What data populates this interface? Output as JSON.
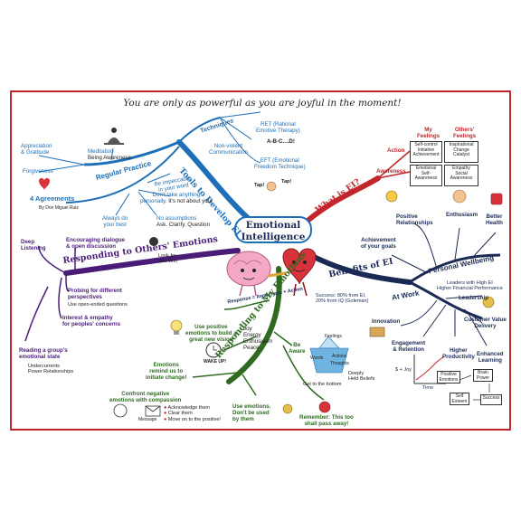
{
  "header": "You are only as powerful as you are joyful in the moment!",
  "center": {
    "line1": "Emotional",
    "line2": "Intelligence",
    "formula": "Response = Awareness + Action"
  },
  "branches": {
    "tools": "Tools to Develop EI",
    "what_is": "What is EI?",
    "responding_others": "Responding to Others' Emotions",
    "benefits": "Benefits of EI",
    "responding_mine": "Responding to My Emotions"
  },
  "tools": {
    "techniques": "Techniques",
    "ret": [
      "RET (Rational",
      "Emotive Therapy)"
    ],
    "abcd": "A-B-C....D!",
    "nonviolent": [
      "Non-violent",
      "Communication"
    ],
    "eft": [
      "EFT (Emotional",
      "Freedom Technique)"
    ],
    "tap": "Tap!",
    "regular_practice": "Regular Practice",
    "meditation": "Meditation",
    "being_awareness": "Being Awareness",
    "appreciation": [
      "Appreciation",
      "& Gratitude"
    ],
    "forgiveness": "Forgiveness",
    "four_agreements": "4 Agreements",
    "by_ruiz": "By Don Miguel Ruiz",
    "impeccable": [
      "Be impeccable",
      "in your word"
    ],
    "dont_take": [
      "Don't take anything",
      "personally."
    ],
    "not_about_you": "It's not about you!",
    "best": [
      "Always do",
      "your best"
    ],
    "no_assumptions": "No assumptions",
    "ask_clarify": "Ask. Clarify. Question"
  },
  "what_is": {
    "action": "Action",
    "awareness": "Awareness",
    "my_feelings": [
      "My",
      "Feelings"
    ],
    "others_feelings": [
      "Others'",
      "Feelings"
    ],
    "grid": [
      [
        "Self-control",
        "Initiative",
        "Achievement"
      ],
      [
        "Inspirational",
        "Change",
        "Catalyst"
      ],
      [
        "Emotional",
        "Self-",
        "Awareness"
      ],
      [
        "Empathy",
        "Social",
        "Awareness"
      ]
    ]
  },
  "benefits": {
    "positive_relationships": [
      "Positive",
      "Relationships"
    ],
    "enthusiasm": "Enthusiasm",
    "better_health": [
      "Better",
      "Health"
    ],
    "achievement": [
      "Achievement",
      "of your goals"
    ],
    "personal_wellbeing": "Personal Wellbeing",
    "success": [
      "Success: 80% from EI,",
      "20% from IQ (Goleman)"
    ],
    "at_work": "At Work",
    "leaders": [
      "Leaders with High EI",
      "Higher Financial Performance"
    ],
    "leadership": "Leadership",
    "innovation": "Innovation",
    "customer_value": [
      "Customer Value",
      "Delivery"
    ],
    "engagement": [
      "Engagement",
      "& Retention"
    ],
    "higher_productivity": [
      "Higher",
      "Productivity"
    ],
    "enhanced_learning": [
      "Enhanced",
      "Learning"
    ],
    "dollar_joy": "$ + Joy",
    "time": "Time",
    "flow": [
      "Positive",
      "Emotions",
      "Brain",
      "Power",
      "Self",
      "Esteem",
      "Success"
    ]
  },
  "others": {
    "deep_listening": [
      "Deep",
      "Listening"
    ],
    "encouraging": [
      "Encouraging dialogue",
      "& open discussion"
    ],
    "look_win": [
      "Look for",
      "Win-Win"
    ],
    "probing": [
      "Probing for different",
      "perspectives"
    ],
    "open_ended": "Use open-ended questions",
    "interest": [
      "Interest & empathy",
      "for peoples' concerns"
    ],
    "reading": [
      "Reading a group's",
      "emotional state"
    ],
    "undercurrents": [
      "Undercurrents",
      "Power Relationships"
    ]
  },
  "mine": {
    "positive_emotions": [
      "Use positive",
      "emotions to build a",
      "great new vision"
    ],
    "joy_list": [
      "Joy",
      "Energy",
      "Enthusiasm",
      "Peace"
    ],
    "remind": [
      "Emotions",
      "remind us to",
      "initiate change!"
    ],
    "wake_up": "WAKE UP!",
    "confront": [
      "Confront negative",
      "emotions with compassion"
    ],
    "message": "Message",
    "bullets": [
      "Acknowledge them",
      "Clear them",
      "Move on to the positive!"
    ],
    "be_aware": [
      "Be",
      "Aware"
    ],
    "iceberg": [
      "Feelings",
      "Words",
      "Actions",
      "Thoughts"
    ],
    "deeply_held": [
      "Deeply",
      "Held Beliefs"
    ],
    "get_to_bottom": "Get to the bottom",
    "use_emotions": [
      "Use emotions.",
      "Don't be used",
      "by them"
    ],
    "remember": [
      "Remember: This too",
      "shall pass away!"
    ]
  },
  "colors": {
    "border": "#c0262b",
    "blue": "#1d6fb8",
    "navy": "#1b2a55",
    "red": "#c0262b",
    "purple": "#4a1c78",
    "green": "#2e6b1f"
  },
  "icons": [
    "meditation-icon",
    "heart-icon",
    "brain-character-icon",
    "heart-character-icon",
    "light-bulb-icon",
    "alarm-clock-icon",
    "iceberg-icon",
    "envelope-icon",
    "money-bag-icon",
    "growth-chart-icon"
  ]
}
